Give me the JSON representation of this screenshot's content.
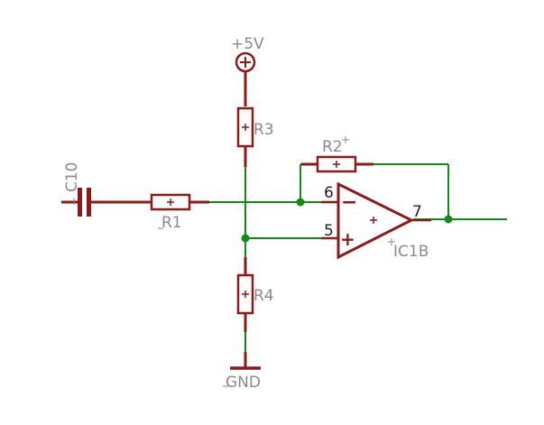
{
  "components": {
    "c10": {
      "label": "C10"
    },
    "r1": {
      "label": "R1"
    },
    "r2": {
      "label": "R2"
    },
    "r3": {
      "label": "R3"
    },
    "r4": {
      "label": "R4"
    },
    "ic1b": {
      "label": "IC1B",
      "pin_inverting": "6",
      "pin_noninverting": "5",
      "pin_output": "7",
      "sign_inverting": "−",
      "sign_noninverting": "+"
    }
  },
  "supplies": {
    "vcc": {
      "label": "+5V"
    },
    "gnd": {
      "label": "GND"
    }
  },
  "colors": {
    "wire": "#138a13",
    "part": "#8b1a1a",
    "label": "#8a8a8a"
  }
}
